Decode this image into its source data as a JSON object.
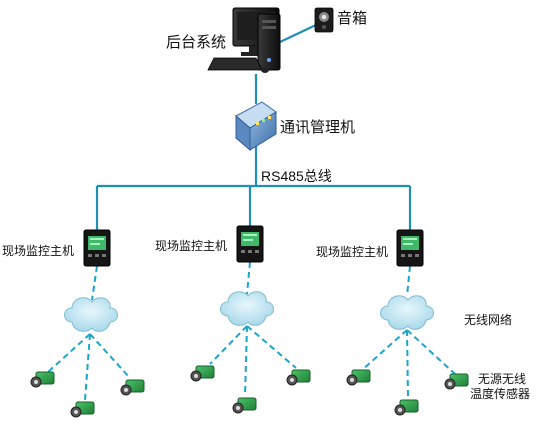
{
  "labels": {
    "backend_system": "后台系统",
    "speaker": "音箱",
    "comm_manager": "通讯管理机",
    "bus": "RS485总线",
    "host_left": "现场监控主机",
    "host_mid": "现场监控主机",
    "host_right": "现场监控主机",
    "wireless_network": "无线网络",
    "sensor_line1": "无源无线",
    "sensor_line2": "温度传感器"
  },
  "colors": {
    "bus_line": "#1f8fb8",
    "wireless_dash": "#1aa6c9",
    "cloud_fill": "#bfe6f2",
    "sensor_green": "#2aa34a"
  }
}
